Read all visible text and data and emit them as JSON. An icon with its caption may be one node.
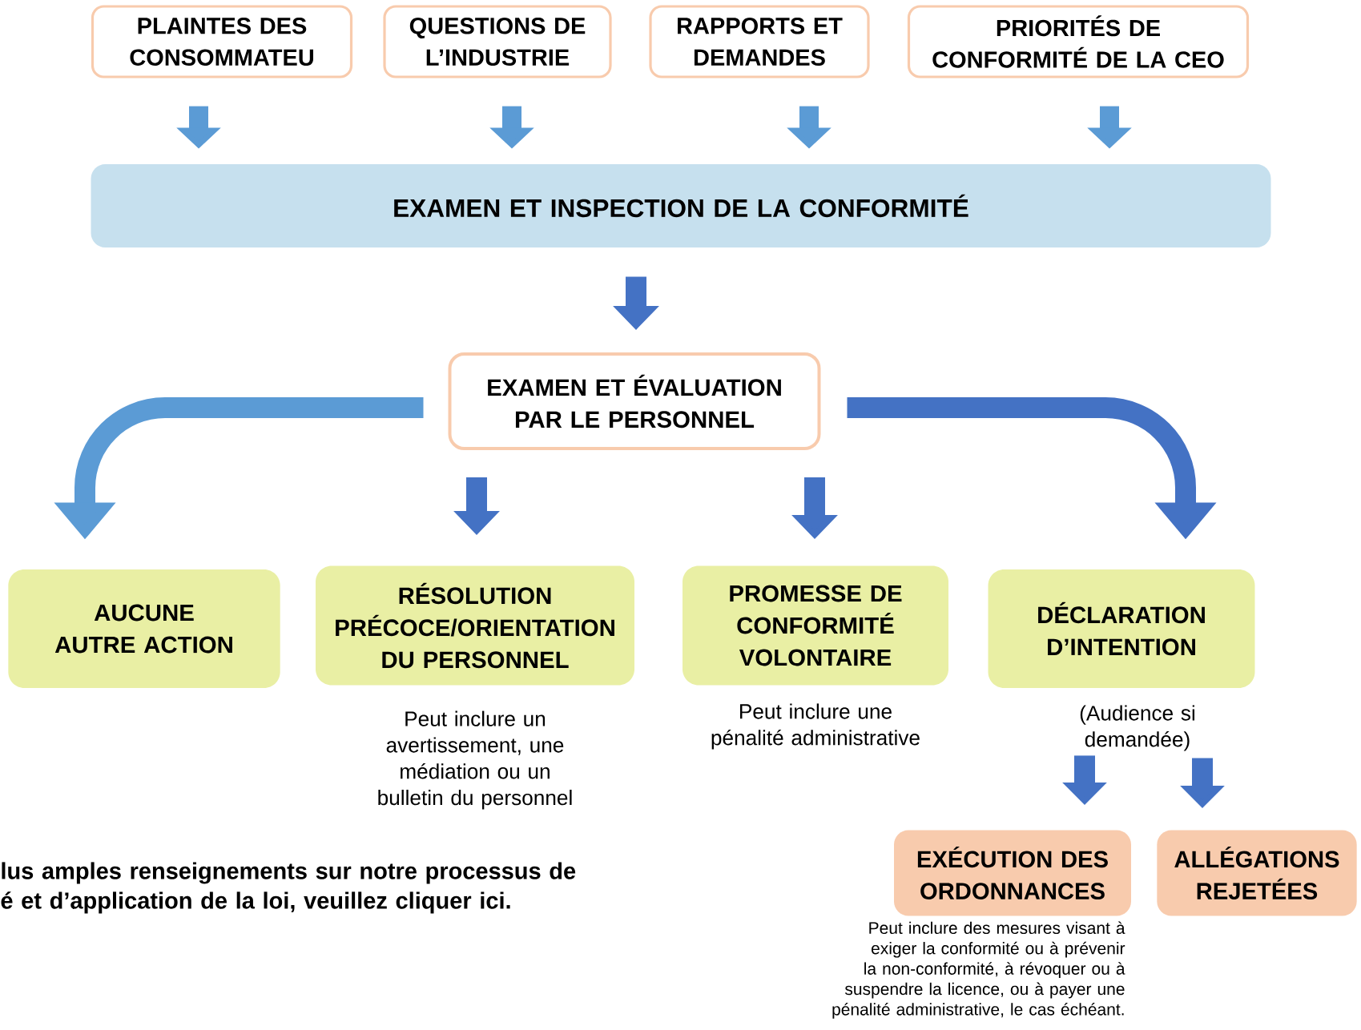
{
  "diagram": {
    "nodes": [
      {
        "text": [
          "PLAINTES DES CONSOMMATEU"
        ]
      },
      {
        "text": [
          "QUESTIONS DE L’INDUSTRIE"
        ]
      },
      {
        "text": [
          "RAPPORTS ET DEMANDES"
        ]
      },
      {
        "text": [
          "PRIORITÉS DE CONFORMITÉ DE LA CEO"
        ]
      },
      {
        "text": [
          "EXAMEN ET INSPECTION DE LA CONFORMITÉ"
        ]
      },
      {
        "text": [
          "EXAMEN ET ÉVALUATION PAR LE PERSONNEL"
        ]
      },
      {
        "text": [
          "AUCUNE AUTRE ACTION"
        ]
      },
      {
        "text": [
          "RÉSOLUTION PRÉCOCE/ORIENTATION DU PERSONNEL"
        ],
        "beside": [
          "Peut inclure un avertissement, une médiation ou un bulletin du personnel"
        ]
      },
      {
        "text": [
          "PROMESSE DE CONFORMITÉ VOLONTAIRE"
        ],
        "beside": [
          "Peut inclure une pénalité administrative"
        ]
      },
      {
        "text": [
          "DÉCLARATION D’INTENTION"
        ],
        "beside": [
          "(Audience si demandée)"
        ]
      },
      {
        "text": [
          "EXÉCUTION DES ORDONNANCES"
        ],
        "beside": [
          "Peut inclure des mesures visant à exiger la conformité ou à prévenir la non-conformité, à révoquer ou à suspendre la licence, ou à payer une pénalité administrative, le cas échéant."
        ]
      },
      {
        "text": [
          "ALLÉGATIONS REJETÉES"
        ]
      }
    ],
    "edges": [
      {
        "from": 0,
        "to": 4,
        "arrow": "to",
        "color": "#5b9bd5"
      },
      {
        "from": 1,
        "to": 4,
        "arrow": "to",
        "color": "#5b9bd5"
      },
      {
        "from": 2,
        "to": 4,
        "arrow": "to",
        "color": "#5b9bd5"
      },
      {
        "from": 3,
        "to": 4,
        "arrow": "to",
        "color": "#5b9bd5"
      },
      {
        "from": 4,
        "to": 5,
        "arrow": "to"
      },
      {
        "from": 5,
        "to": 6,
        "arrow": "to",
        "color": "#5b9bd5"
      },
      {
        "from": 5,
        "to": 7,
        "arrow": "to"
      },
      {
        "from": 5,
        "to": 8,
        "arrow": "to"
      },
      {
        "from": 5,
        "to": 9,
        "arrow": "to"
      },
      {
        "from": 9,
        "to": 10,
        "arrow": "to"
      },
      {
        "from": 9,
        "to": 11,
        "arrow": "to"
      }
    ],
    "labels": [
      "lus amples renseignements sur notre processus de é et d’application de la loi, veuillez cliquer ici."
    ]
  }
}
